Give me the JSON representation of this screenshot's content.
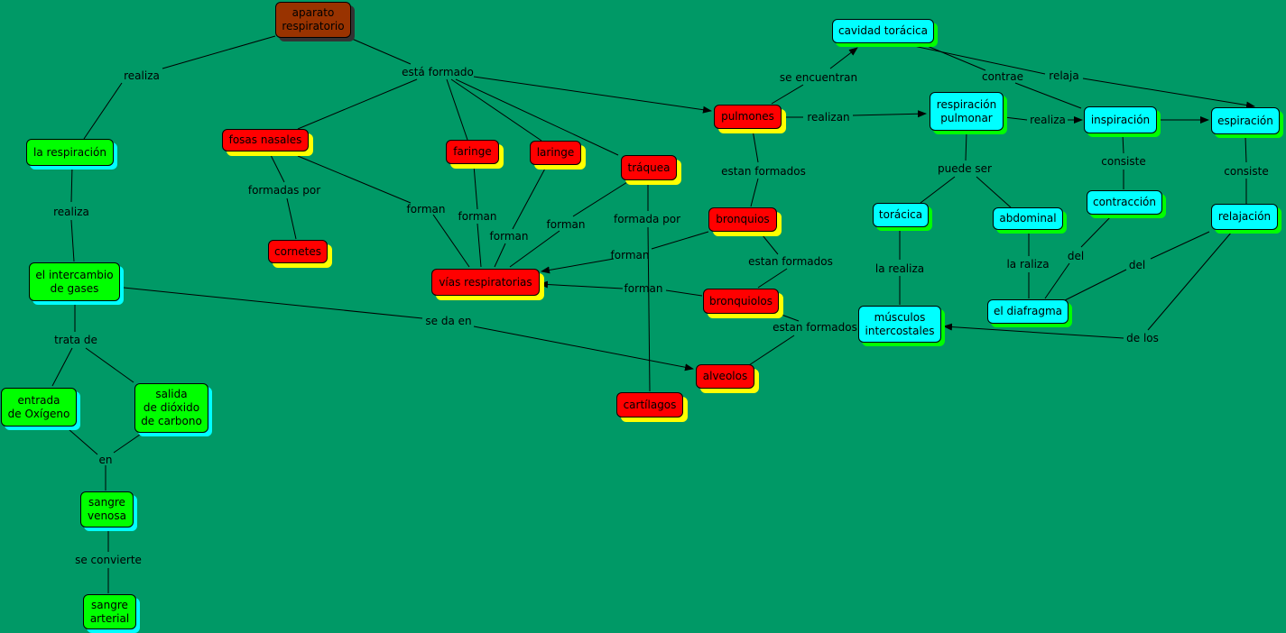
{
  "nodes": {
    "aparato": "aparato\nrespiratorio",
    "respiracion": "la respiración",
    "intercambio": "el intercambio\nde gases",
    "entrada": "entrada\nde Oxígeno",
    "salida": "salida\nde dióxido\nde carbono",
    "sangre_venosa": "sangre\nvenosa",
    "sangre_arterial": "sangre\narterial",
    "fosas": "fosas nasales",
    "cornetes": "cornetes",
    "faringe": "faringe",
    "laringe": "laringe",
    "traquea": "tráquea",
    "vias": "vías respiratorias",
    "cartilagos": "cartílagos",
    "pulmones": "pulmones",
    "bronquios": "bronquios",
    "bronquiolos": "bronquiolos",
    "alveolos": "alveolos",
    "cavidad": "cavidad torácica",
    "resp_pulmonar": "respiración\npulmonar",
    "inspiracion": "inspiración",
    "espiracion": "espiración",
    "toracica": "torácica",
    "abdominal": "abdominal",
    "contraccion": "contracción",
    "relajacion": "relajación",
    "musculos": "músculos\nintercostales",
    "diafragma": "el diafragma"
  },
  "links": {
    "realiza1": "realiza",
    "realiza2": "realiza",
    "trata_de": "trata de",
    "en": "en",
    "se_convierte": "se convierte",
    "esta_formado": "está formado",
    "formadas_por": "formadas por",
    "forman_fosas": "forman",
    "forman_faringe": "forman",
    "forman_laringe": "forman",
    "forman_traquea": "forman",
    "formada_por": "formada por",
    "forman_bronquios": "forman",
    "forman_bronquiolos": "forman",
    "se_da_en": "se da en",
    "se_encuentran": "se encuentran",
    "realizan": "realizan",
    "estan_formados1": "estan formados",
    "estan_formados2": "estan formados",
    "estan_formados3": "estan formados",
    "contrae": "contrae",
    "relaja": "relaja",
    "realiza3": "realiza",
    "puede_ser": "puede ser",
    "consiste1": "consiste",
    "consiste2": "consiste",
    "la_realiza": "la realiza",
    "la_raliza": "la raliza",
    "del1": "del",
    "del2": "del",
    "de_los": "de los"
  }
}
